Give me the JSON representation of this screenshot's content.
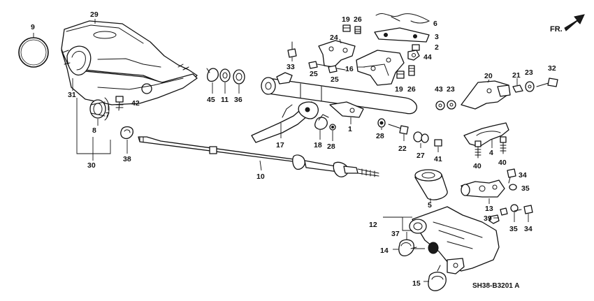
{
  "diagram": {
    "orientation_label": "FR.",
    "code": "SH38-B3201 A",
    "callouts": {
      "c1": "1",
      "c2": "2",
      "c3": "3",
      "c4": "4",
      "c5": "5",
      "c6": "6",
      "c7": "7",
      "c8": "8",
      "c9": "9",
      "c10": "10",
      "c11": "11",
      "c12": "12",
      "c13": "13",
      "c14": "14",
      "c15": "15",
      "c16": "16",
      "c17": "17",
      "c18": "18",
      "c19a": "19",
      "c19b": "19",
      "c20": "20",
      "c21": "21",
      "c22": "22",
      "c23a": "23",
      "c23b": "23",
      "c24": "24",
      "c25a": "25",
      "c25b": "25",
      "c26a": "26",
      "c26b": "26",
      "c27": "27",
      "c28a": "28",
      "c28b": "28",
      "c29": "29",
      "c30": "30",
      "c31": "31",
      "c32": "32",
      "c33": "33",
      "c34a": "34",
      "c34b": "34",
      "c35a": "35",
      "c35b": "35",
      "c36": "36",
      "c37": "37",
      "c38": "38",
      "c39": "39",
      "c40a": "40",
      "c40b": "40",
      "c41": "41",
      "c42": "42",
      "c43": "43",
      "c44": "44",
      "c45": "45"
    }
  }
}
